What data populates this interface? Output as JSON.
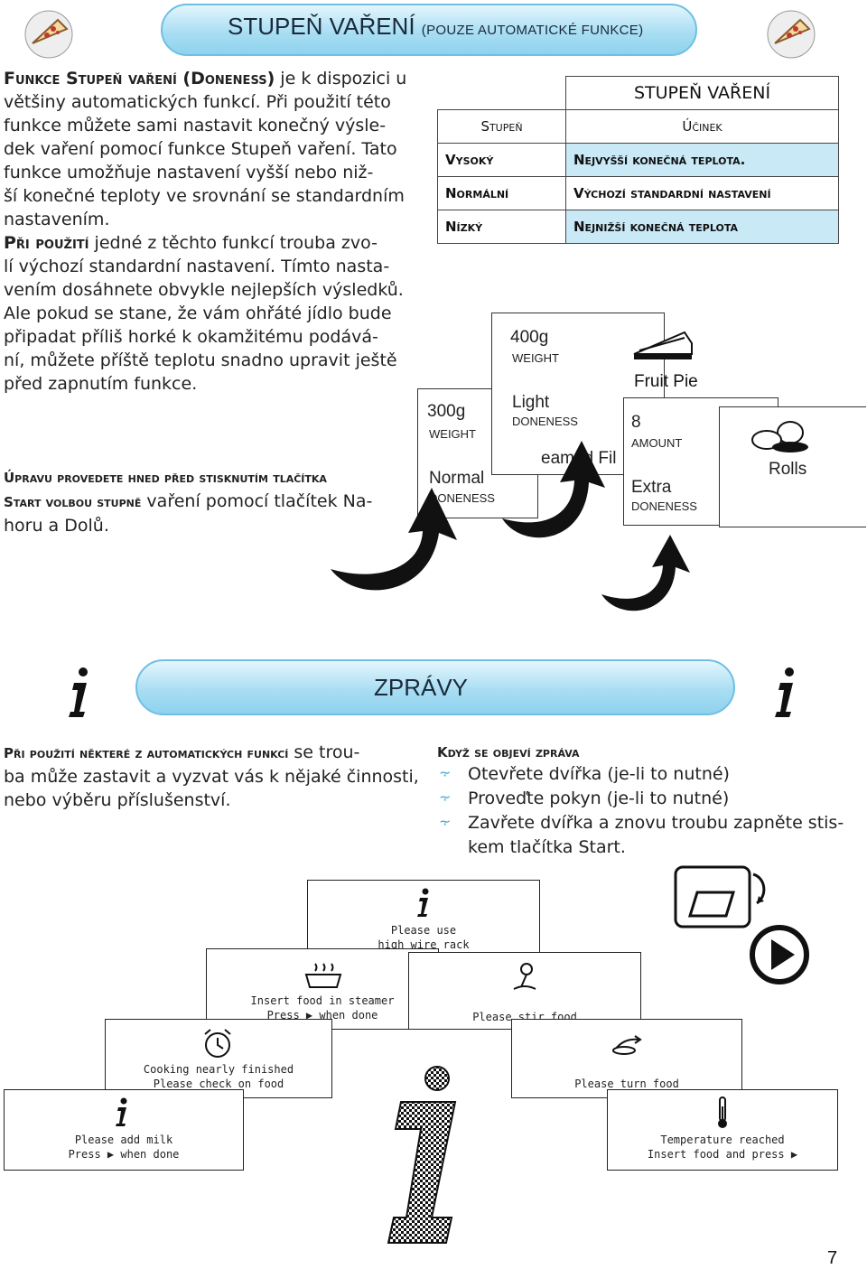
{
  "top_banner": {
    "title": "STUPEŇ VAŘENÍ",
    "subtitle": "(POUZE AUTOMATICKÉ FUNKCE)"
  },
  "intro": {
    "p1_lead": "Funkce Stupeň vaření (Doneness)",
    "p1_l1": " je k dispozici u",
    "p1_l2": "většiny automatických funkcí. Při použití této",
    "p1_l3": "funkce můžete sami nastavit konečný výsle-",
    "p1_l4": "dek vaření pomocí funkce Stupeň vaření. Tato",
    "p1_l5": "funkce umožňuje nastavení vyšší nebo niž-",
    "p1_l6": "ší konečné teploty ve srovnání se standardním",
    "p1_l7": "nastavením.",
    "p2_lead": "Při použití",
    "p2_l1": " jedné z těchto funkcí trouba zvo-",
    "p2_l2": "lí výchozí standardní nastavení. Tímto nasta-",
    "p2_l3": "vením dosáhnete obvykle nejlepších výsledků.",
    "p2_l4": "Ale pokud se stane, že vám ohřáté jídlo bude",
    "p2_l5": "připadat příliš horké k okamžitému podává-",
    "p2_l6": "ní, můžete příště teplotu snadno upravit ještě",
    "p2_l7": "před zapnutím funkce.",
    "p3_lead1": "Úpravu provedete hned před stisknutím tlačítka",
    "p3_lead2": "Start volbou stupně",
    "p3_l1": " vaření pomocí tlačítek Na-",
    "p3_l2": "horu a Dolů."
  },
  "doneness_table": {
    "title": "STUPEŇ VAŘENÍ",
    "col1": "Stupeň",
    "col2": "Účinek",
    "rows": [
      {
        "level": "Vysoký",
        "effect": "Nejvyšší konečná teplota."
      },
      {
        "level": "Normální",
        "effect": "Výchozí standardní nastavení"
      },
      {
        "level": "Nízký",
        "effect": "Nejnižší konečná teplota"
      }
    ]
  },
  "display_cards": {
    "card1": {
      "weight_val": "300g",
      "weight_lbl": "WEIGHT",
      "doneness_val": "Normal",
      "doneness_lbl": "DONENESS"
    },
    "card2": {
      "weight_val": "400g",
      "weight_lbl": "WEIGHT",
      "doneness_val": "Light",
      "doneness_lbl": "DONENESS",
      "food": "eamed Fil"
    },
    "card3": {
      "food": "Fruit Pie",
      "amount_val": "8",
      "amount_lbl": "AMOUNT",
      "doneness_val": "Extra",
      "doneness_lbl": "DONENESS"
    },
    "card4": {
      "food": "Rolls"
    }
  },
  "messages_banner": {
    "title": "ZPRÁVY"
  },
  "messages_text": {
    "lead": "Při použití některé z automatických funkcí",
    "l1": " se trou-",
    "l2": "ba může zastavit a vyzvat vás k nějaké činnosti,",
    "l3": "nebo výběru příslušenství."
  },
  "when_message": {
    "title": "Když se objeví zpráva",
    "items": [
      "Otevřete dvířka (je-li to nutné)",
      "Proveďte pokyn (je-li to nutné)",
      "Zavřete dvířka a znovu troubu zapněte stis-",
      "kem tlačítka Start."
    ]
  },
  "msg_cards": {
    "wire": {
      "l1": "Please use",
      "l2": "high wire rack"
    },
    "steamer": {
      "l1": "Insert food in steamer",
      "l2": "Press ▶ when done"
    },
    "stir": {
      "l1": "Please stir food"
    },
    "nearly": {
      "l1": "Cooking nearly finished",
      "l2": "Please check on food"
    },
    "turn": {
      "l1": "Please turn food"
    },
    "milk": {
      "l1": "Please add milk",
      "l2": "Press ▶ when done"
    },
    "temp": {
      "l1": "Temperature reached",
      "l2": "Insert food and press ▶"
    }
  },
  "page_number": "7",
  "colors": {
    "accent": "#8fd2ee",
    "accent_border": "#6fbfe2",
    "table_header": "#ffffff",
    "table_row": "#c9e9f7"
  }
}
